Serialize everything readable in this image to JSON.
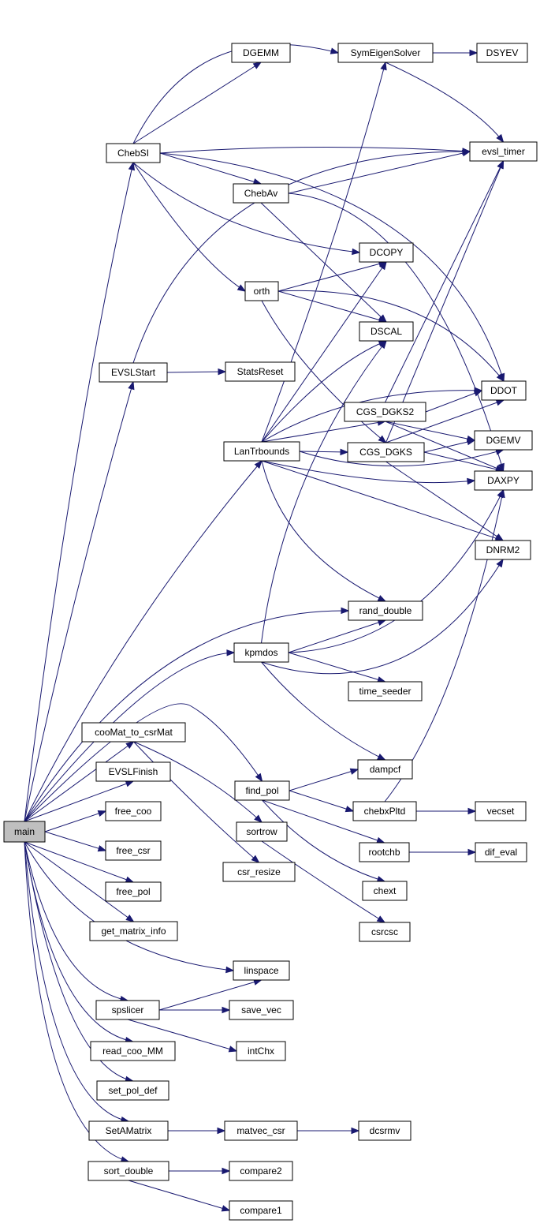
{
  "diagram": {
    "root": "main",
    "colors": {
      "edge": "#191970",
      "node_border": "#000000",
      "node_fill": "#ffffff",
      "root_fill": "#bfbfbf"
    },
    "nodes": [
      {
        "id": "main",
        "label": "main"
      },
      {
        "id": "ChebSI",
        "label": "ChebSI"
      },
      {
        "id": "EVSLStart",
        "label": "EVSLStart"
      },
      {
        "id": "LanTrbounds",
        "label": "LanTrbounds"
      },
      {
        "id": "kpmdos",
        "label": "kpmdos"
      },
      {
        "id": "rand_double",
        "label": "rand_double"
      },
      {
        "id": "cooMat_to_csrMat",
        "label": "cooMat_to_csrMat"
      },
      {
        "id": "find_pol",
        "label": "find_pol"
      },
      {
        "id": "EVSLFinish",
        "label": "EVSLFinish"
      },
      {
        "id": "free_coo",
        "label": "free_coo"
      },
      {
        "id": "free_csr",
        "label": "free_csr"
      },
      {
        "id": "free_pol",
        "label": "free_pol"
      },
      {
        "id": "get_matrix_info",
        "label": "get_matrix_info"
      },
      {
        "id": "linspace",
        "label": "linspace"
      },
      {
        "id": "spslicer",
        "label": "spslicer"
      },
      {
        "id": "read_coo_MM",
        "label": "read_coo_MM"
      },
      {
        "id": "set_pol_def",
        "label": "set_pol_def"
      },
      {
        "id": "SetAMatrix",
        "label": "SetAMatrix"
      },
      {
        "id": "sort_double",
        "label": "sort_double"
      },
      {
        "id": "DGEMM",
        "label": "DGEMM"
      },
      {
        "id": "SymEigenSolver",
        "label": "SymEigenSolver"
      },
      {
        "id": "DSYEV",
        "label": "DSYEV"
      },
      {
        "id": "evsl_timer",
        "label": "evsl_timer"
      },
      {
        "id": "ChebAv",
        "label": "ChebAv"
      },
      {
        "id": "DCOPY",
        "label": "DCOPY"
      },
      {
        "id": "orth",
        "label": "orth"
      },
      {
        "id": "DSCAL",
        "label": "DSCAL"
      },
      {
        "id": "StatsReset",
        "label": "StatsReset"
      },
      {
        "id": "DDOT",
        "label": "DDOT"
      },
      {
        "id": "CGS_DGKS2",
        "label": "CGS_DGKS2"
      },
      {
        "id": "CGS_DGKS",
        "label": "CGS_DGKS"
      },
      {
        "id": "DGEMV",
        "label": "DGEMV"
      },
      {
        "id": "DAXPY",
        "label": "DAXPY"
      },
      {
        "id": "DNRM2",
        "label": "DNRM2"
      },
      {
        "id": "time_seeder",
        "label": "time_seeder"
      },
      {
        "id": "dampcf",
        "label": "dampcf"
      },
      {
        "id": "chebxPltd",
        "label": "chebxPltd"
      },
      {
        "id": "vecset",
        "label": "vecset"
      },
      {
        "id": "sortrow",
        "label": "sortrow"
      },
      {
        "id": "rootchb",
        "label": "rootchb"
      },
      {
        "id": "dif_eval",
        "label": "dif_eval"
      },
      {
        "id": "csr_resize",
        "label": "csr_resize"
      },
      {
        "id": "chext",
        "label": "chext"
      },
      {
        "id": "csrcsc",
        "label": "csrcsc"
      },
      {
        "id": "save_vec",
        "label": "save_vec"
      },
      {
        "id": "intChx",
        "label": "intChx"
      },
      {
        "id": "matvec_csr",
        "label": "matvec_csr"
      },
      {
        "id": "dcsrmv",
        "label": "dcsrmv"
      },
      {
        "id": "compare2",
        "label": "compare2"
      },
      {
        "id": "compare1",
        "label": "compare1"
      }
    ],
    "edges": [
      [
        "main",
        "ChebSI"
      ],
      [
        "main",
        "EVSLStart"
      ],
      [
        "main",
        "LanTrbounds"
      ],
      [
        "main",
        "rand_double"
      ],
      [
        "main",
        "kpmdos"
      ],
      [
        "main",
        "cooMat_to_csrMat"
      ],
      [
        "main",
        "find_pol"
      ],
      [
        "main",
        "EVSLFinish"
      ],
      [
        "main",
        "free_coo"
      ],
      [
        "main",
        "free_csr"
      ],
      [
        "main",
        "free_pol"
      ],
      [
        "main",
        "get_matrix_info"
      ],
      [
        "main",
        "linspace"
      ],
      [
        "main",
        "spslicer"
      ],
      [
        "main",
        "read_coo_MM"
      ],
      [
        "main",
        "set_pol_def"
      ],
      [
        "main",
        "SetAMatrix"
      ],
      [
        "main",
        "sort_double"
      ],
      [
        "ChebSI",
        "DGEMM"
      ],
      [
        "ChebSI",
        "SymEigenSolver"
      ],
      [
        "ChebSI",
        "evsl_timer"
      ],
      [
        "ChebSI",
        "ChebAv"
      ],
      [
        "ChebSI",
        "DCOPY"
      ],
      [
        "ChebSI",
        "orth"
      ],
      [
        "ChebSI",
        "DDOT"
      ],
      [
        "SymEigenSolver",
        "DSYEV"
      ],
      [
        "SymEigenSolver",
        "evsl_timer"
      ],
      [
        "ChebAv",
        "evsl_timer"
      ],
      [
        "ChebAv",
        "DSCAL"
      ],
      [
        "ChebAv",
        "DAXPY"
      ],
      [
        "orth",
        "DCOPY"
      ],
      [
        "orth",
        "DSCAL"
      ],
      [
        "orth",
        "DDOT"
      ],
      [
        "orth",
        "CGS_DGKS"
      ],
      [
        "EVSLStart",
        "StatsReset"
      ],
      [
        "EVSLStart",
        "evsl_timer"
      ],
      [
        "LanTrbounds",
        "SymEigenSolver"
      ],
      [
        "LanTrbounds",
        "DCOPY"
      ],
      [
        "LanTrbounds",
        "DSCAL"
      ],
      [
        "LanTrbounds",
        "DDOT"
      ],
      [
        "LanTrbounds",
        "CGS_DGKS2"
      ],
      [
        "LanTrbounds",
        "CGS_DGKS"
      ],
      [
        "LanTrbounds",
        "DGEMV"
      ],
      [
        "LanTrbounds",
        "DAXPY"
      ],
      [
        "LanTrbounds",
        "DNRM2"
      ],
      [
        "LanTrbounds",
        "rand_double"
      ],
      [
        "CGS_DGKS2",
        "evsl_timer"
      ],
      [
        "CGS_DGKS2",
        "DDOT"
      ],
      [
        "CGS_DGKS2",
        "DGEMV"
      ],
      [
        "CGS_DGKS2",
        "DAXPY"
      ],
      [
        "CGS_DGKS",
        "evsl_timer"
      ],
      [
        "CGS_DGKS",
        "DDOT"
      ],
      [
        "CGS_DGKS",
        "DGEMV"
      ],
      [
        "CGS_DGKS",
        "DAXPY"
      ],
      [
        "CGS_DGKS",
        "DNRM2"
      ],
      [
        "kpmdos",
        "rand_double"
      ],
      [
        "kpmdos",
        "DSCAL"
      ],
      [
        "kpmdos",
        "time_seeder"
      ],
      [
        "kpmdos",
        "dampcf"
      ],
      [
        "kpmdos",
        "DAXPY"
      ],
      [
        "kpmdos",
        "DNRM2"
      ],
      [
        "cooMat_to_csrMat",
        "sortrow"
      ],
      [
        "cooMat_to_csrMat",
        "csr_resize"
      ],
      [
        "find_pol",
        "dampcf"
      ],
      [
        "find_pol",
        "chebxPltd"
      ],
      [
        "find_pol",
        "rootchb"
      ],
      [
        "find_pol",
        "chext"
      ],
      [
        "chebxPltd",
        "DAXPY"
      ],
      [
        "chebxPltd",
        "vecset"
      ],
      [
        "rootchb",
        "dif_eval"
      ],
      [
        "sortrow",
        "csrcsc"
      ],
      [
        "spslicer",
        "linspace"
      ],
      [
        "spslicer",
        "save_vec"
      ],
      [
        "spslicer",
        "intChx"
      ],
      [
        "SetAMatrix",
        "matvec_csr"
      ],
      [
        "matvec_csr",
        "dcsrmv"
      ],
      [
        "sort_double",
        "compare2"
      ],
      [
        "sort_double",
        "compare1"
      ]
    ]
  }
}
